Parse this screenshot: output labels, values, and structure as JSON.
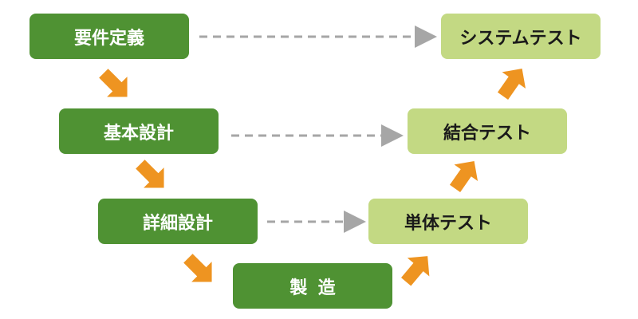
{
  "phases": {
    "requirements": "要件定義",
    "basic_design": "基本設計",
    "detailed_design": "詳細設計",
    "manufacturing": "製造",
    "unit_test": "単体テスト",
    "integration_test": "結合テスト",
    "system_test": "システムテスト"
  },
  "colors": {
    "development_box": "#4f9233",
    "test_box": "#c3d983",
    "flow_arrow": "#ee9421",
    "link_line": "#a6a6a6"
  }
}
